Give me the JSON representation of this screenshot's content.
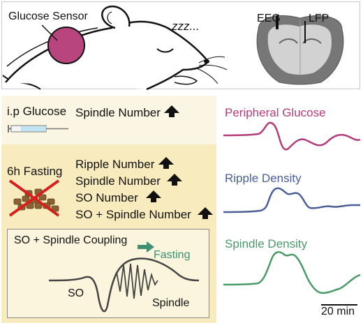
{
  "header": {
    "glucose_sensor": "Glucose Sensor",
    "sleep_zzz": "zzz...",
    "eeg": "EEG",
    "lfp": "LFP"
  },
  "conditions": {
    "ip_glucose": {
      "label": "i.p Glucose",
      "effects": [
        {
          "text": "Spindle Number",
          "arrow": "up-arrow"
        }
      ]
    },
    "fasting": {
      "label": "6h Fasting",
      "effects": [
        {
          "text": "Ripple Number",
          "arrow": "up-arrow"
        },
        {
          "text": "Spindle Number",
          "arrow": "up-arrow"
        },
        {
          "text": "SO Number",
          "arrow": "up-arrow"
        },
        {
          "text": "SO + Spindle Number",
          "arrow": "up-arrow"
        }
      ]
    }
  },
  "coupling": {
    "title": "SO + Spindle Coupling",
    "fasting": "Fasting",
    "so": "SO",
    "spindle": "Spindle"
  },
  "traces": [
    {
      "label": "Peripheral Glucose",
      "color": "#b23c7b"
    },
    {
      "label": "Ripple Density",
      "color": "#4a5f96"
    },
    {
      "label": "Spindle Density",
      "color": "#4a9a68"
    }
  ],
  "scale_bar": "20 min",
  "colors": {
    "sensor": "#b8457e",
    "arrow_teal": "#3f8f73",
    "yellow": "#f8ecbe"
  }
}
